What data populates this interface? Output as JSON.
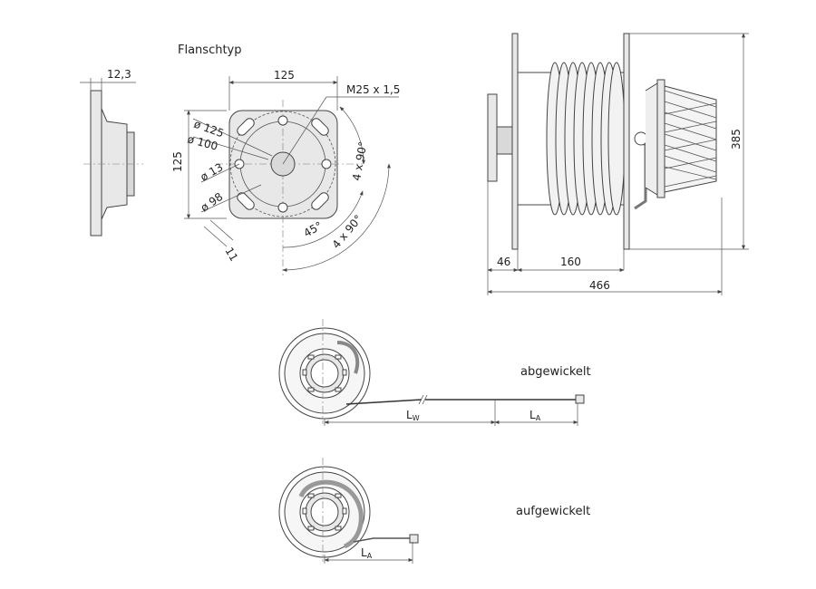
{
  "flange": {
    "title": "Flanschtyp",
    "side_thickness": "12,3",
    "width": "125",
    "height": "125",
    "thread": "M25 x 1,5",
    "dia_125": "ø 125",
    "dia_100": "ø 100",
    "dia_13": "ø 13",
    "dia_98": "ø 98",
    "dim_11": "11",
    "angle_45": "45°",
    "angle_4x90_a": "4 x 90°",
    "angle_4x90_b": "4 x 90°"
  },
  "reel_side": {
    "dim_46": "46",
    "dim_160": "160",
    "dim_466": "466",
    "dim_385": "385"
  },
  "states": {
    "unwound_label": "abgewickelt",
    "wound_label": "aufgewickelt",
    "lw_main": "L",
    "lw_sub": "W",
    "la_main": "L",
    "la_sub": "A"
  }
}
